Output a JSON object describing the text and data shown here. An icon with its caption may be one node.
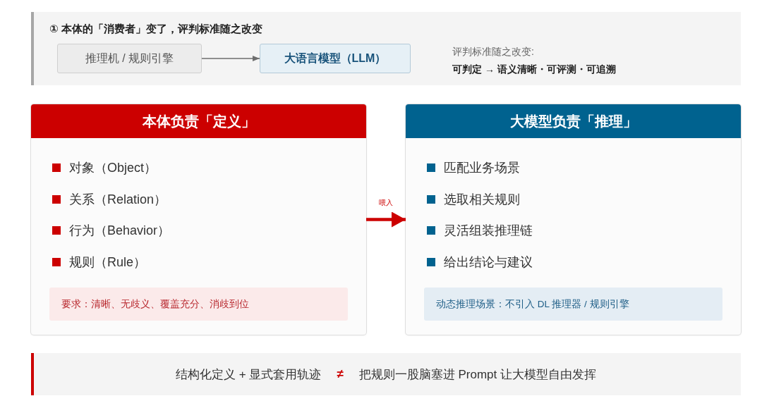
{
  "diagram": {
    "nodes": [
      {
        "text": [
          "① 本体的「消费者」变了，评判标准随之改变",
          "评判标准随之改变:",
          "可判定 → 语义清晰・可评测・可追溯"
        ]
      },
      {
        "text": [
          "推理机 / 规则引擎"
        ],
        "in": 0
      },
      {
        "text": [
          "大语言模型（LLM）"
        ],
        "in": 0
      },
      {
        "text": [
          "本体负责「定义」",
          "对象（Object）",
          "关系（Relation）",
          "行为（Behavior）",
          "规则（Rule）"
        ]
      },
      {
        "text": [
          "要求：清晰、无歧义、覆盖充分、消歧到位"
        ],
        "in": 3
      },
      {
        "text": [
          "大模型负责「推理」",
          "匹配业务场景",
          "选取相关规则",
          "灵活组装推理链",
          "给出结论与建议"
        ]
      },
      {
        "text": [
          "动态推理场景：不引入 DL 推理器 / 规则引擎"
        ],
        "in": 5
      },
      {
        "text": [
          "结构化定义 + 显式套用轨迹",
          "≠",
          "把规则一股脑塞进 Prompt 让大模型自由发挥"
        ]
      }
    ],
    "edges": [
      {
        "from": 1,
        "to": 2,
        "arrow": "to"
      },
      {
        "from": 3,
        "to": 5,
        "arrow": "to",
        "label": "喂入",
        "style": "thick",
        "color": "#cc0000"
      }
    ]
  }
}
